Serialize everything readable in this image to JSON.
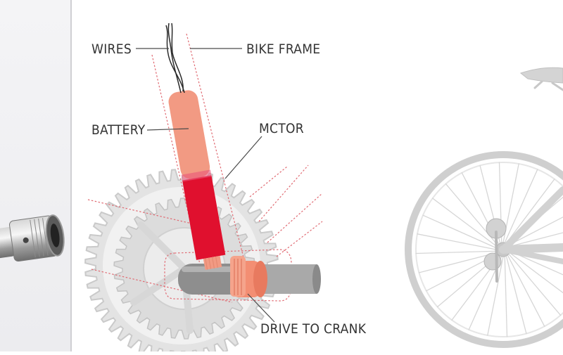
{
  "labels": {
    "wires": "WIRES",
    "bike_frame": "BIKE FRAME",
    "battery": "BATTERY",
    "motor": "MCTOR",
    "drive_to_crank": "DRIVE TO CRANK"
  },
  "colors": {
    "battery": "#f29a83",
    "motor": "#e0102e",
    "drive_gear": "#f38e73",
    "axle": "#8e8e8e",
    "chainring": "#e2e2e2",
    "guide_lines": "#e06a72",
    "bike_outline": "#d0d0d0"
  }
}
